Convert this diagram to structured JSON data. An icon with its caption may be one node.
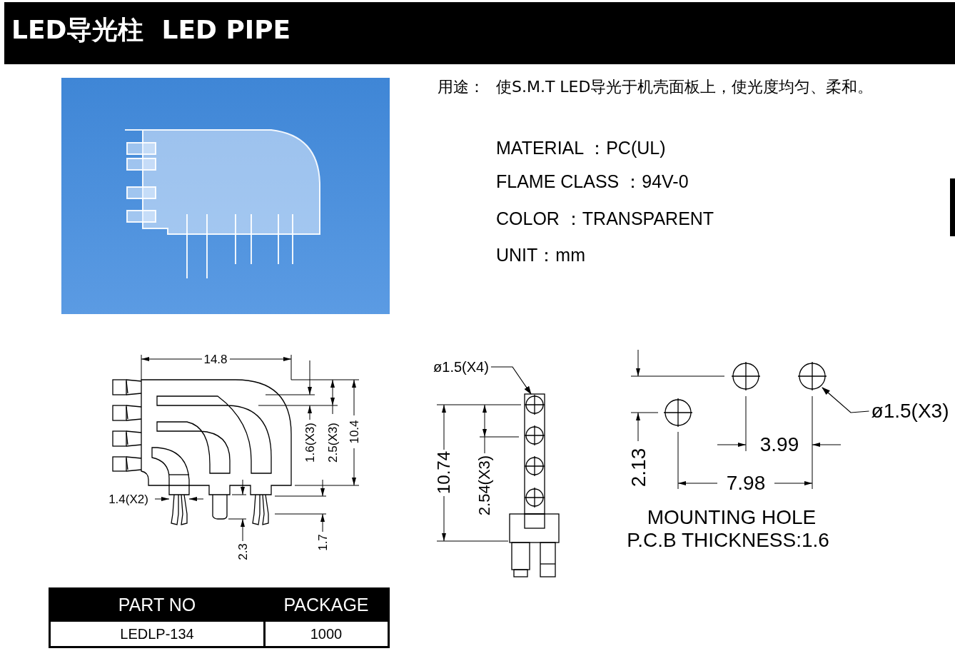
{
  "diagram": {
    "title": "LED导光柱  LED PIPE",
    "nodes": [
      {
        "text": [
          "ø1.5(X4)"
        ]
      },
      {
        "text": [
          "ø1.5(X3)"
        ]
      }
    ],
    "edges": [
      {
        "from": 0,
        "to": null,
        "arrow": "to"
      },
      {
        "from": 1,
        "to": null,
        "arrow": "to"
      }
    ],
    "labels": [
      "用途：",
      "使S.M.T LED导光于机壳面板上，使光度均匀、柔和。",
      "MATERIAL ：PC(UL)",
      "FLAME CLASS ：94V-0",
      "COLOR ：TRANSPARENT",
      "UNIT：mm",
      "14.8",
      "1.6(X3)",
      "2.5(X3)",
      "10.4",
      "1.4(X2)",
      "2.3",
      "1.7",
      "10.74",
      "2.54(X3)",
      "2.13",
      "3.99",
      "7.98",
      "MOUNTING HOLE",
      "P.C.B THICKNESS:1.6",
      "PART NO",
      "PACKAGE",
      "LEDLP-134",
      "1000"
    ]
  }
}
